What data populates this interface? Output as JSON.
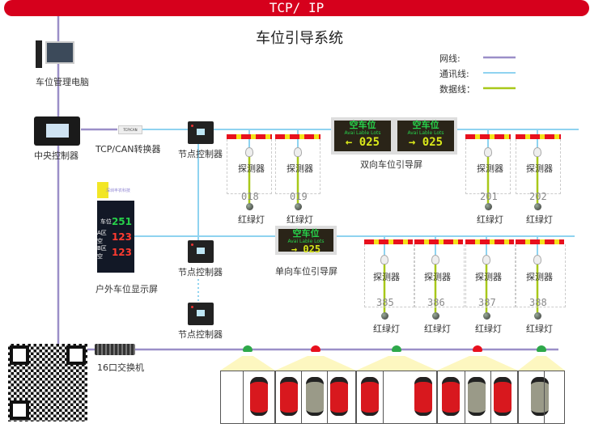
{
  "header": {
    "network_banner": "TCP/ IP",
    "title": "车位引导系统"
  },
  "legend": [
    {
      "label": "网线:",
      "color": "#9b8fc8"
    },
    {
      "label": "通讯线:",
      "color": "#8fd3f0"
    },
    {
      "label": "数据线：",
      "color": "#a8c81a"
    }
  ],
  "devices": {
    "pc": "车位管理电脑",
    "central": "中央控制器",
    "converter": "TCP/CAN转换器",
    "converter_tag": "TCP/CAN",
    "node1": "节点控制器",
    "node2": "节点控制器",
    "node3": "节点控制器",
    "switch": "16口交换机",
    "outdoor": "户外车位显示屏",
    "double_screen": "双向车位引导屏",
    "single_screen": "单向车位引导屏"
  },
  "screen": {
    "title": "空车位",
    "sub": "Avai Lable Lots",
    "count": "025",
    "left_arrow": "←",
    "right_arrow": "→"
  },
  "outdoor_panel": {
    "logo_text": "深圳丰农科技",
    "rows": [
      {
        "label": "车位",
        "value": "251",
        "color": "#27d04a"
      },
      {
        "label": "A区空",
        "value": "123",
        "color": "#ff3b30"
      },
      {
        "label": "B区空",
        "value": "123",
        "color": "#ff3b30"
      }
    ]
  },
  "spot_labels": {
    "detector": "探测器",
    "light": "红绿灯"
  },
  "upper_spots": [
    "018",
    "019",
    "201",
    "202"
  ],
  "lower_spots": [
    "385",
    "386",
    "387",
    "388"
  ],
  "ceiling_light_colors": [
    "#2ea84a",
    "#e8101d",
    "#2ea84a",
    "#e8101d",
    "#2ea84a"
  ]
}
